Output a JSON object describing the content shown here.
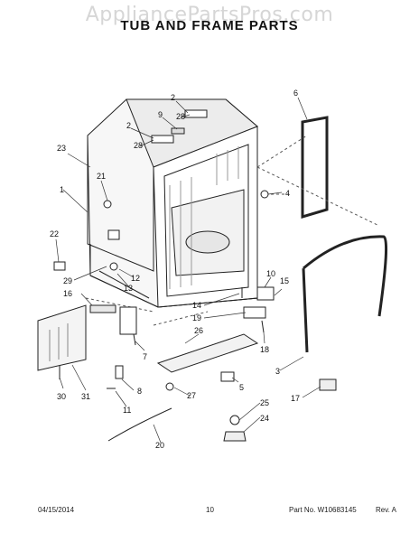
{
  "watermark": "AppliancePartsPros.com",
  "title": "TUB AND FRAME PARTS",
  "footer": {
    "date": "04/15/2014",
    "page": "10",
    "part_no": "Part No. W10683145",
    "rev": "Rev. A"
  },
  "callouts": [
    "1",
    "2",
    "2",
    "3",
    "4",
    "5",
    "6",
    "7",
    "8",
    "9",
    "10",
    "11",
    "12",
    "13",
    "14",
    "15",
    "16",
    "17",
    "18",
    "19",
    "20",
    "21",
    "22",
    "23",
    "24",
    "25",
    "26",
    "27",
    "28",
    "28",
    "29",
    "30",
    "31"
  ]
}
